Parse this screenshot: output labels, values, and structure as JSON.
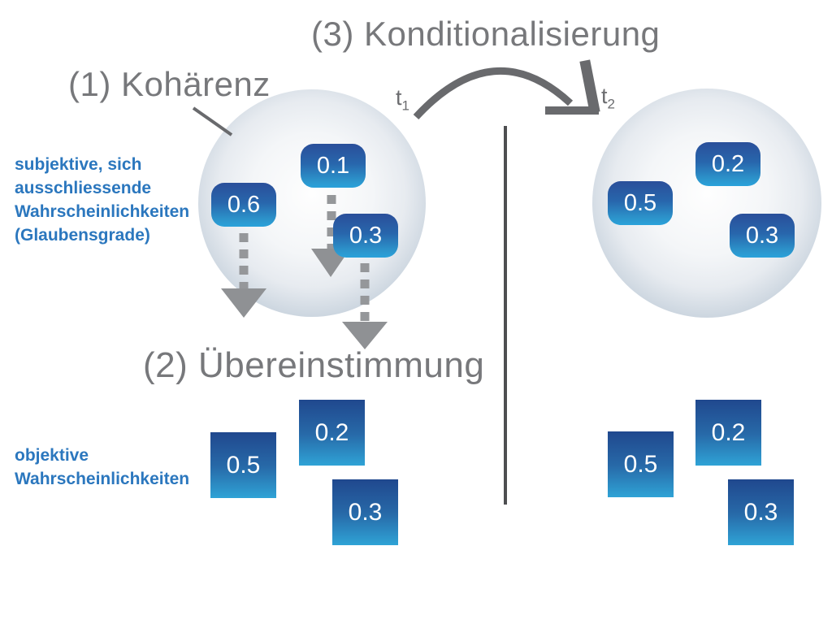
{
  "labels": {
    "step1": "(1) Kohärenz",
    "step2": "(2) Übereinstimmung",
    "step3": "(3) Konditionalisierung"
  },
  "time": {
    "t1_base": "t",
    "t1_sub": "1",
    "t2_base": "t",
    "t2_sub": "2"
  },
  "captions": {
    "subjective": [
      "subjektive, sich",
      "ausschliessende",
      "Wahrscheinlichkeiten",
      "(Glaubensgrade)"
    ],
    "objective": [
      "objektive",
      "Wahrscheinlichkeiten"
    ]
  },
  "t1_state": {
    "subjective_beliefs": [
      "0.1",
      "0.6",
      "0.3"
    ],
    "objective_probabilities": [
      "0.2",
      "0.5",
      "0.3"
    ]
  },
  "t2_state": {
    "subjective_beliefs": [
      "0.2",
      "0.5",
      "0.3"
    ],
    "objective_probabilities": [
      "0.2",
      "0.5",
      "0.3"
    ]
  },
  "colors": {
    "heading_gray": "#77787B",
    "arrow_gray": "#696A6D",
    "dash_gray": "#95979A",
    "divider_gray": "#4E4F51",
    "caption_blue": "#2B77BE",
    "chip_gradient_top": "#2A4F9A",
    "chip_gradient_bottom": "#2AA2DB",
    "square_gradient_top": "#20488E",
    "square_gradient_bottom": "#2FA3D6",
    "sphere_rim": "#70869D"
  }
}
